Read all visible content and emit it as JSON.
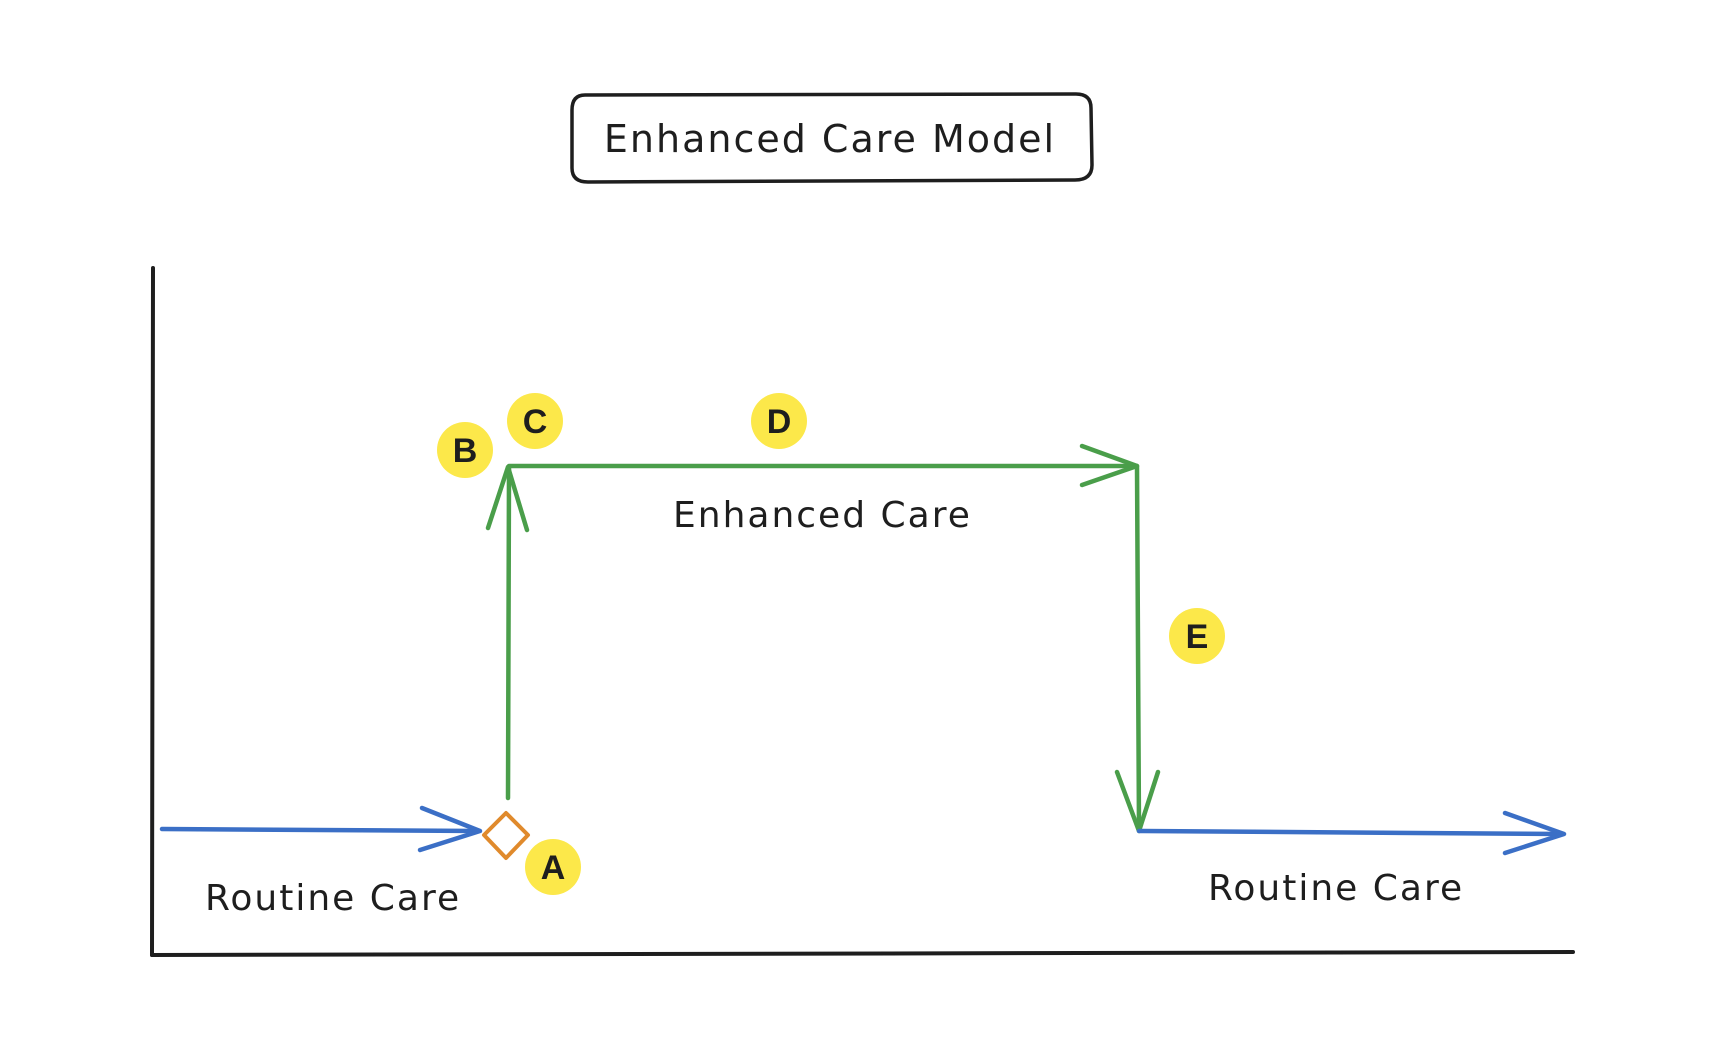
{
  "title": "Enhanced Care Model",
  "labels": {
    "routine_left": "Routine Care",
    "enhanced": "Enhanced Care",
    "routine_right": "Routine Care"
  },
  "markers": [
    {
      "id": "A",
      "label": "A"
    },
    {
      "id": "B",
      "label": "B"
    },
    {
      "id": "C",
      "label": "C"
    },
    {
      "id": "D",
      "label": "D"
    },
    {
      "id": "E",
      "label": "E"
    }
  ],
  "colors": {
    "routine": "#3b6fc6",
    "enhanced": "#4a9e4a",
    "decision": "#e08a2c",
    "marker": "#fce84a",
    "ink": "#1e1e1e"
  }
}
